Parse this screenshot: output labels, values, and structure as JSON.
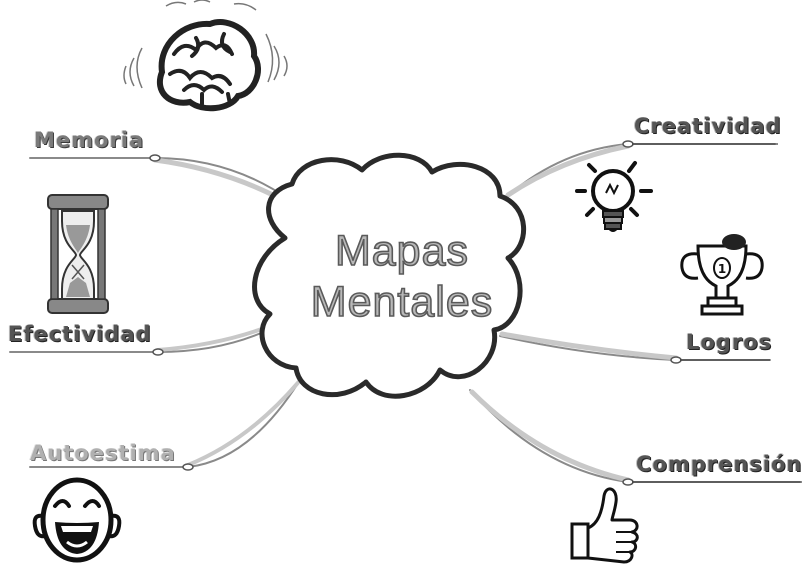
{
  "diagram": {
    "center": {
      "line1": "Mapas",
      "line2": "Mentales"
    },
    "branches": {
      "memoria": "Memoria",
      "efectividad": "Efectividad",
      "autoestima": "Autoestima",
      "creatividad": "Creatividad",
      "logros": "Logros",
      "comprension": "Comprensión"
    },
    "icons": {
      "memoria": "brain-icon",
      "efectividad": "hourglass-icon",
      "autoestima": "laughing-face-icon",
      "creatividad": "lightbulb-icon",
      "logros": "trophy-icon",
      "comprension": "thumbs-up-icon"
    },
    "colors": {
      "ink": "#333333",
      "label": "#7a7a7a",
      "cloud_fill": "#ffffff"
    }
  }
}
